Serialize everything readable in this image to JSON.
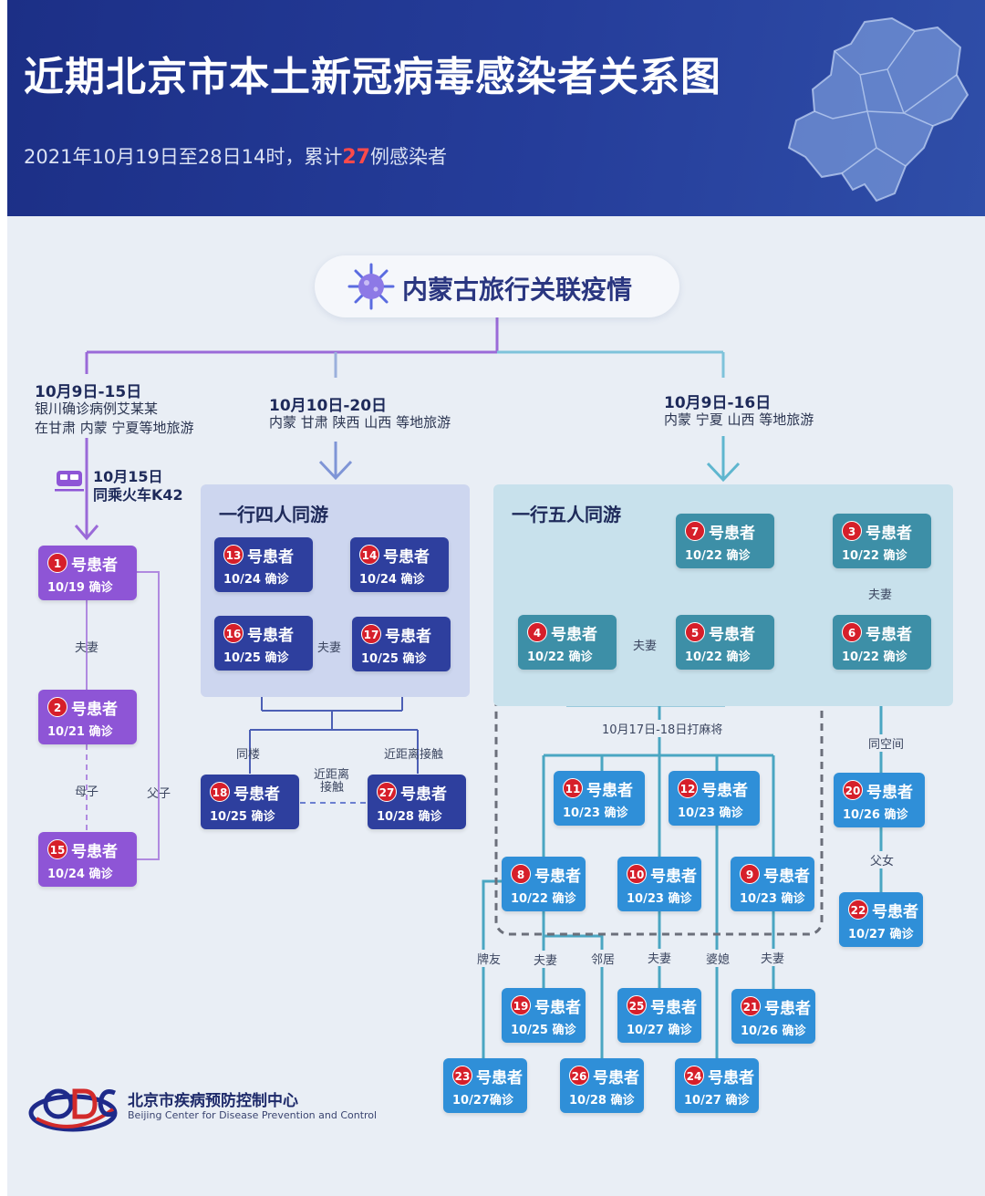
{
  "header": {
    "title": "近期北京市本土新冠病毒感染者关系图",
    "subtitle_prefix": "2021年10月19日至28日14时，累计",
    "subtitle_count": "27",
    "subtitle_suffix": "例感染者"
  },
  "hub": {
    "label": "内蒙古旅行关联疫情"
  },
  "branches": {
    "left": {
      "date": "10月9日-15日",
      "line1": "银川确诊病例艾某某",
      "line2": "在甘肃 内蒙 宁夏等地旅游",
      "train_date": "10月15日",
      "train_text": "同乘火车K42"
    },
    "middle": {
      "date": "10月10日-20日",
      "line1": "内蒙 甘肃 陕西 山西 等地旅游",
      "group_title": "一行四人同游"
    },
    "right": {
      "date": "10月9日-16日",
      "line1": "内蒙 宁夏 山西 等地旅游",
      "group_title": "一行五人同游"
    }
  },
  "patients": {
    "p1": {
      "num": "1",
      "name": "号患者",
      "date": "10/19 确诊"
    },
    "p2": {
      "num": "2",
      "name": "号患者",
      "date": "10/21 确诊"
    },
    "p15": {
      "num": "15",
      "name": "号患者",
      "date": "10/24 确诊"
    },
    "p13": {
      "num": "13",
      "name": "号患者",
      "date": "10/24 确诊"
    },
    "p14": {
      "num": "14",
      "name": "号患者",
      "date": "10/24 确诊"
    },
    "p16": {
      "num": "16",
      "name": "号患者",
      "date": "10/25 确诊"
    },
    "p17": {
      "num": "17",
      "name": "号患者",
      "date": "10/25 确诊"
    },
    "p18": {
      "num": "18",
      "name": "号患者",
      "date": "10/25 确诊"
    },
    "p27": {
      "num": "27",
      "name": "号患者",
      "date": "10/28 确诊"
    },
    "p7": {
      "num": "7",
      "name": "号患者",
      "date": "10/22 确诊"
    },
    "p3": {
      "num": "3",
      "name": "号患者",
      "date": "10/22 确诊"
    },
    "p4": {
      "num": "4",
      "name": "号患者",
      "date": "10/22 确诊"
    },
    "p5": {
      "num": "5",
      "name": "号患者",
      "date": "10/22 确诊"
    },
    "p6": {
      "num": "6",
      "name": "号患者",
      "date": "10/22 确诊"
    },
    "p11": {
      "num": "11",
      "name": "号患者",
      "date": "10/23 确诊"
    },
    "p12": {
      "num": "12",
      "name": "号患者",
      "date": "10/23 确诊"
    },
    "p20": {
      "num": "20",
      "name": "号患者",
      "date": "10/26 确诊"
    },
    "p8": {
      "num": "8",
      "name": "号患者",
      "date": "10/22 确诊"
    },
    "p10": {
      "num": "10",
      "name": "号患者",
      "date": "10/23 确诊"
    },
    "p9": {
      "num": "9",
      "name": "号患者",
      "date": "10/23 确诊"
    },
    "p22": {
      "num": "22",
      "name": "号患者",
      "date": "10/27 确诊"
    },
    "p19": {
      "num": "19",
      "name": "号患者",
      "date": "10/25 确诊"
    },
    "p25": {
      "num": "25",
      "name": "号患者",
      "date": "10/27 确诊"
    },
    "p21": {
      "num": "21",
      "name": "号患者",
      "date": "10/26 确诊"
    },
    "p23": {
      "num": "23",
      "name": "号患者",
      "date": "10/27确诊"
    },
    "p26": {
      "num": "26",
      "name": "号患者",
      "date": "10/28 确诊"
    },
    "p24": {
      "num": "24",
      "name": "号患者",
      "date": "10/27 确诊"
    }
  },
  "relations": {
    "couple": "夫妻",
    "mother_son": "母子",
    "father_son": "父子",
    "same_building": "同楼",
    "close_contact": "近距离接触",
    "close_contact_l1": "近距离",
    "close_contact_l2": "接触",
    "mahjong": "10月17日-18日打麻将",
    "same_space": "同空间",
    "father_daughter": "父女",
    "card_friend": "牌友",
    "neighbor": "邻居",
    "mother_in_law": "婆媳"
  },
  "footer": {
    "org_cn": "北京市疾病预防控制中心",
    "org_en": "Beijing Center for Disease Prevention and Control"
  },
  "colors": {
    "banner": "#253d9a",
    "purple": "#8e55d6",
    "navy": "#2e3f9e",
    "teal": "#3d8fa7",
    "blue": "#2f8fd8",
    "badge_red": "#d61f2a",
    "highlight_red": "#ff4a4a"
  },
  "icons": [
    "beijing-map-icon",
    "virus-icon",
    "train-icon",
    "arrow-down-icon",
    "cdc-logo-icon"
  ]
}
